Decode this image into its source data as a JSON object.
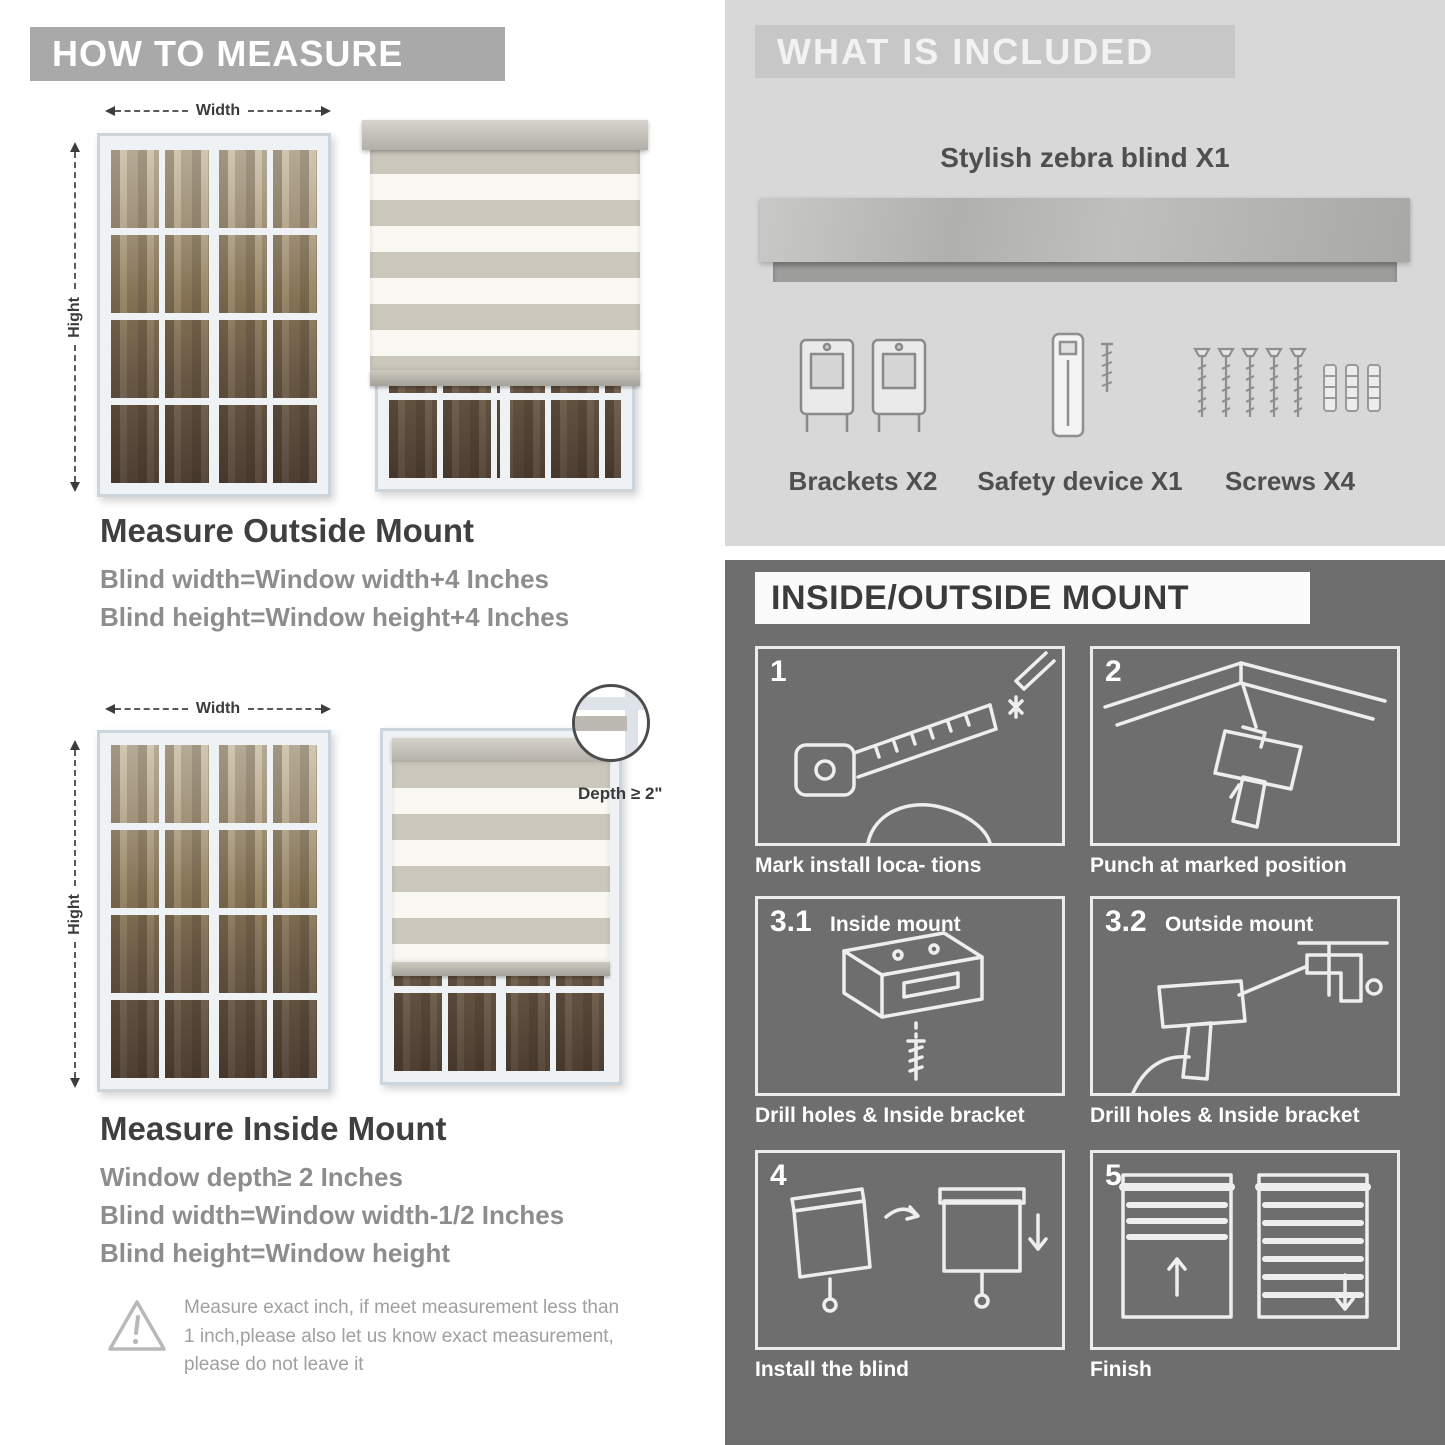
{
  "left": {
    "banner": "HOW TO MEASURE",
    "outside": {
      "width_label": "Width",
      "height_label": "Hight",
      "heading": "Measure Outside Mount",
      "lines": [
        "Blind width=Window width+4 Inches",
        "Blind height=Window height+4 Inches"
      ]
    },
    "inside": {
      "width_label": "Width",
      "height_label": "Hight",
      "depth_label": "Depth ≥ 2\"",
      "heading": "Measure Inside Mount",
      "lines": [
        "Window depth≥ 2 Inches",
        "Blind width=Window width-1/2 Inches",
        "Blind height=Window height"
      ]
    },
    "warning_text": "Measure exact inch, if meet measurement less than 1 inch,please also let us know exact measurement, please do not leave it"
  },
  "included": {
    "banner": "WHAT IS INCLUDED",
    "blind_label": "Stylish zebra blind X1",
    "items": [
      {
        "label": "Brackets X2"
      },
      {
        "label": "Safety device X1"
      },
      {
        "label": "Screws X4"
      }
    ]
  },
  "mount": {
    "banner": "INSIDE/OUTSIDE MOUNT",
    "steps": [
      {
        "num": "1",
        "caption": "Mark install loca- tions"
      },
      {
        "num": "2",
        "caption": "Punch at  marked position"
      },
      {
        "num": "3.1",
        "title": "Inside mount",
        "caption": "Drill holes &  Inside bracket"
      },
      {
        "num": "3.2",
        "title": "Outside mount",
        "caption": "Drill holes &  Inside bracket"
      },
      {
        "num": "4",
        "caption": "Install the blind"
      },
      {
        "num": "5",
        "caption": "Finish"
      }
    ]
  },
  "colors": {
    "left_banner_gray": "#a9a9a9",
    "included_panel_gray": "#d8d8d8",
    "included_banner_gray": "#c7c7c7",
    "dark_panel_gray": "#6e6e6e",
    "heading_text": "#3f3f3f",
    "body_text": "#8d8d8d",
    "white_text": "#ffffff"
  }
}
